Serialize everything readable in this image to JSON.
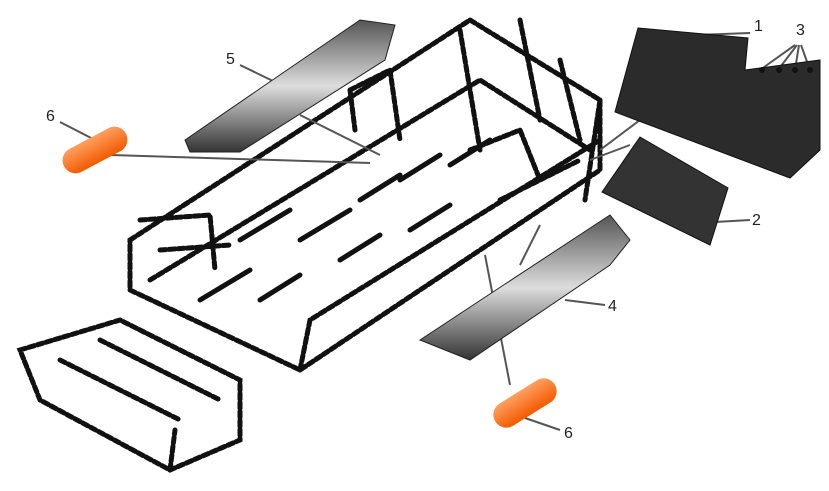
{
  "diagram": {
    "colors": {
      "reflector": "#ff6a1a",
      "rubber": "#2b2b2b",
      "frame": "#111111",
      "leader": "#555555"
    },
    "callouts": [
      {
        "id": "1",
        "part": "mudflap-large"
      },
      {
        "id": "2",
        "part": "mudflap-small"
      },
      {
        "id": "3",
        "part": "fasteners"
      },
      {
        "id": "4",
        "part": "side-skirt-right"
      },
      {
        "id": "5",
        "part": "side-skirt-left"
      },
      {
        "id": "6",
        "part": "reflector-left"
      },
      {
        "id": "6",
        "part": "reflector-right"
      }
    ]
  }
}
